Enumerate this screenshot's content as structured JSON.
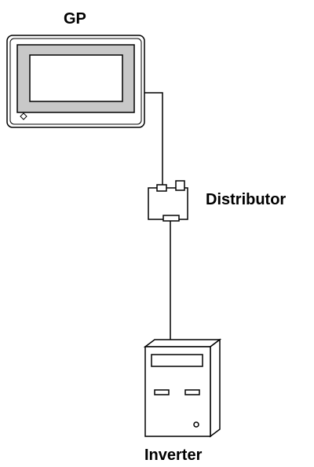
{
  "labels": {
    "gp": "GP",
    "distributor": "Distributor",
    "inverter": "Inverter"
  },
  "colors": {
    "stroke": "#000000",
    "gp_bezel": "#ffffff",
    "gp_screen_frame": "#c8c8c8",
    "gp_screen": "#ffffff",
    "background": "#ffffff"
  },
  "icons": {
    "gp_status_indicator": "diamond-icon",
    "inverter_power_indicator": "circle-icon"
  }
}
